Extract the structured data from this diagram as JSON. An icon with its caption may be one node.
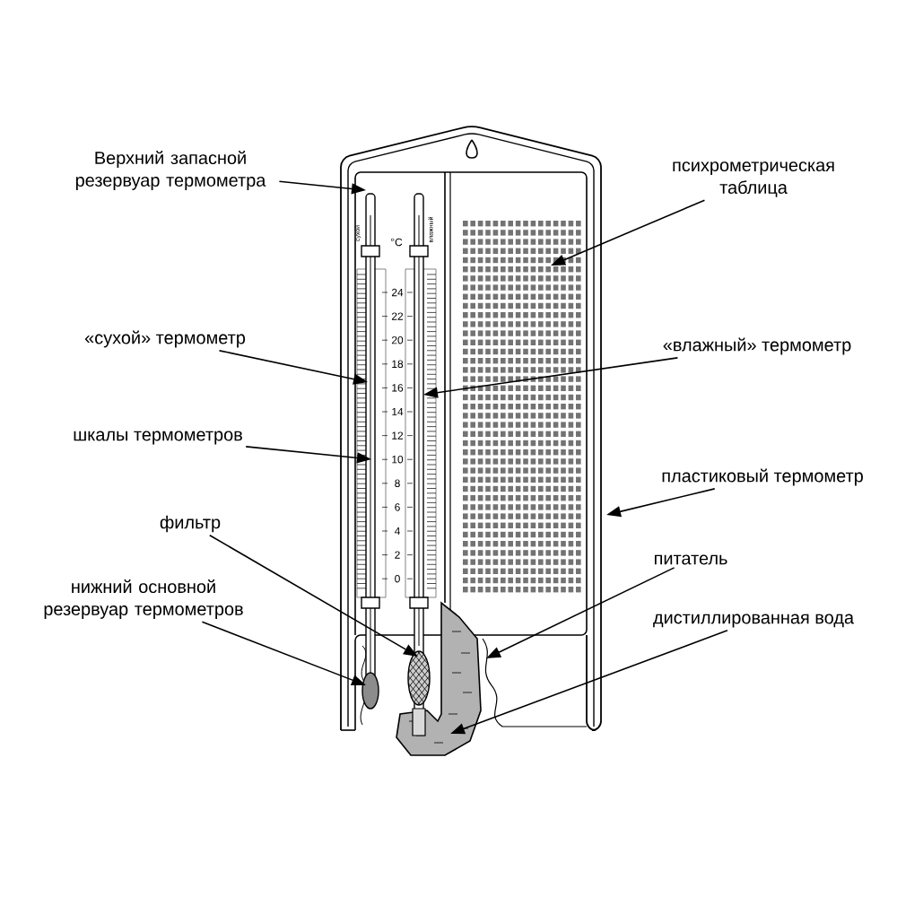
{
  "diagram": {
    "nodes": [
      {
        "text": [
          "Верхний запасной резервуар термометра"
        ]
      },
      {
        "text": [
          "психрометрическая таблица"
        ]
      },
      {
        "text": [
          "«сухой» термометр"
        ]
      },
      {
        "text": [
          "«влажный» термометр"
        ]
      },
      {
        "text": [
          "шкалы термометров"
        ]
      },
      {
        "text": [
          "пластиковый термометр"
        ]
      },
      {
        "text": [
          "фильтр"
        ]
      },
      {
        "text": [
          "питатель"
        ]
      },
      {
        "text": [
          "нижний основной резервуар термометров"
        ]
      },
      {
        "text": [
          "дистиллированная вода"
        ]
      }
    ],
    "edges": [
      {
        "from": 0,
        "to": null,
        "arrow": "to"
      },
      {
        "from": 1,
        "to": null,
        "arrow": "to"
      },
      {
        "from": 2,
        "to": null,
        "arrow": "to"
      },
      {
        "from": 3,
        "to": null,
        "arrow": "to"
      },
      {
        "from": 4,
        "to": null,
        "arrow": "to"
      },
      {
        "from": 5,
        "to": null,
        "arrow": "to"
      },
      {
        "from": 6,
        "to": null,
        "arrow": "to"
      },
      {
        "from": 7,
        "to": null,
        "arrow": "to"
      },
      {
        "from": 8,
        "to": null,
        "arrow": "to"
      },
      {
        "from": 9,
        "to": null,
        "arrow": "to"
      }
    ],
    "labels": [
      "сухой",
      "влажный",
      "°C",
      "24",
      "22",
      "20",
      "18",
      "16",
      "14",
      "12",
      "10",
      "8",
      "6",
      "4",
      "2",
      "0"
    ]
  }
}
